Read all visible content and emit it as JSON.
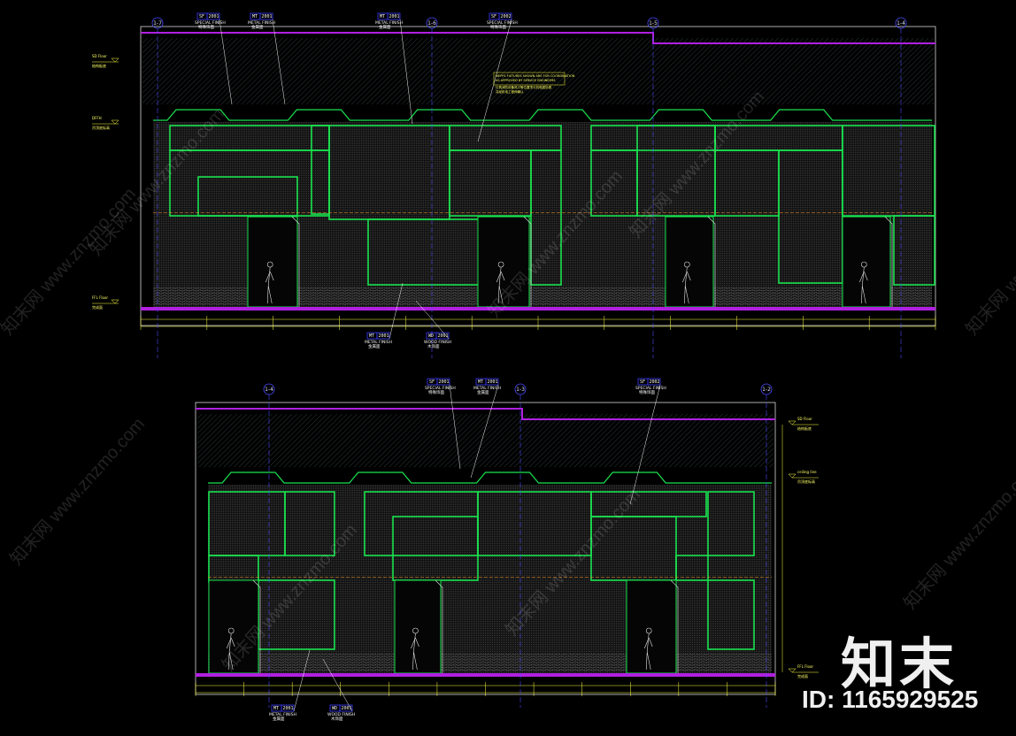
{
  "elevations": [
    {
      "grids": [
        "1-7",
        "1-6",
        "1-5",
        "1-4"
      ],
      "tags": [
        {
          "code": "SF",
          "num": "2001",
          "name": "SPECIAL FINISH",
          "cn": "特殊饰面"
        },
        {
          "code": "MT",
          "num": "2001",
          "name": "METAL FINISH",
          "cn": "金属面"
        },
        {
          "code": "MT",
          "num": "2001",
          "name": "METAL FINISH",
          "cn": "金属面"
        },
        {
          "code": "SF",
          "num": "2002",
          "name": "SPECIAL FINISH",
          "cn": "特殊饰面"
        },
        {
          "code": "MT",
          "num": "2001",
          "name": "METAL FINISH",
          "cn": "金属面"
        },
        {
          "code": "WD",
          "num": "2001",
          "name": "WOOD FINISH",
          "cn": "木饰面"
        }
      ],
      "levels": [
        "SD Floor",
        "结构板底",
        "DFFH",
        "吊顶底标高",
        "FFL Floor",
        "完成面"
      ],
      "note": [
        "MEPFS FIXTURES SHOWN ARE FOR COORDINATION",
        "AS APPROVED BY SERVICE ENGINEERS",
        "灯具消防设备风口等位置须与机电图协调",
        "并经机电工程师确认"
      ]
    },
    {
      "grids": [
        "1-4",
        "1-3",
        "1-2"
      ],
      "tags": [
        {
          "code": "SF",
          "num": "2001",
          "name": "SPECIAL FINISH",
          "cn": "特殊饰面"
        },
        {
          "code": "MT",
          "num": "2001",
          "name": "METAL FINISH",
          "cn": "金属面"
        },
        {
          "code": "SF",
          "num": "2002",
          "name": "SPECIAL FINISH",
          "cn": "特殊饰面"
        },
        {
          "code": "MT",
          "num": "2001",
          "name": "METAL FINISH",
          "cn": "金属面"
        },
        {
          "code": "WD",
          "num": "2001",
          "name": "WOOD FINISH",
          "cn": "木饰面"
        }
      ],
      "levels": [
        "SD Floor",
        "结构板底",
        "ceiling line",
        "吊顶底标高",
        "FFL Floor",
        "完成面"
      ]
    }
  ],
  "brand": "知末",
  "image_id": "ID: 1165929525",
  "watermark": "知末网 www.znzmo.com",
  "colors": {
    "frame": "#d8d8d8",
    "panel": "#19e34f",
    "slab": "#b020e0",
    "dim": "#ffff40",
    "tag": "#3b3bff",
    "grid": "#4b4bff"
  }
}
